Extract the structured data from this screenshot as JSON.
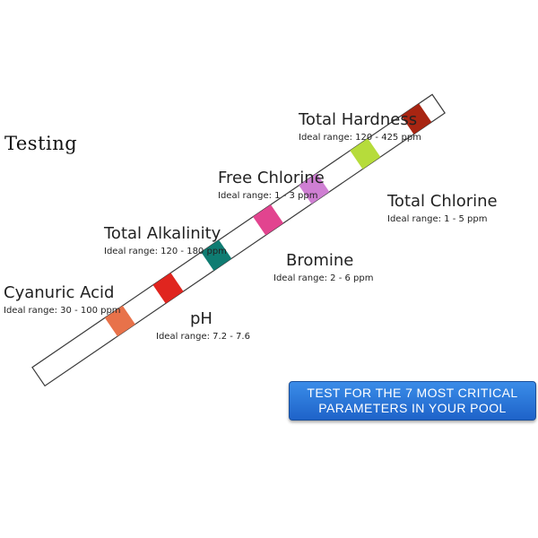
{
  "heading": "Testing",
  "strip": {
    "pads": [
      {
        "parameter": "Cyanuric Acid",
        "color": "#e8724a"
      },
      {
        "parameter": "pH",
        "color": "#e0251f"
      },
      {
        "parameter": "Total Alkalinity",
        "color": "#0f7c72"
      },
      {
        "parameter": "Bromine",
        "color": "#e2448f"
      },
      {
        "parameter": "Free Chlorine",
        "color": "#cf7fd3"
      },
      {
        "parameter": "Total Chlorine",
        "color": "#b6dc3b"
      },
      {
        "parameter": "Total Hardness",
        "color": "#a82512"
      }
    ]
  },
  "labels": {
    "total_hardness": {
      "name": "Total Hardness",
      "range": "Ideal range: 120 - 425 ppm"
    },
    "free_chlorine": {
      "name": "Free Chlorine",
      "range": "Ideal range: 1 - 3 ppm"
    },
    "total_chlorine": {
      "name": "Total Chlorine",
      "range": "Ideal range: 1 - 5 ppm"
    },
    "total_alkalinity": {
      "name": "Total Alkalinity",
      "range": "Ideal range: 120 - 180 ppm"
    },
    "bromine": {
      "name": "Bromine",
      "range": "Ideal range: 2 - 6 ppm"
    },
    "cyanuric_acid": {
      "name": "Cyanuric Acid",
      "range": "Ideal range: 30 - 100 ppm"
    },
    "ph": {
      "name": "pH",
      "range": "Ideal range: 7.2 - 7.6"
    }
  },
  "banner": {
    "line1": "TEST FOR THE 7 MOST CRITICAL",
    "line2": "PARAMETERS IN YOUR POOL"
  }
}
